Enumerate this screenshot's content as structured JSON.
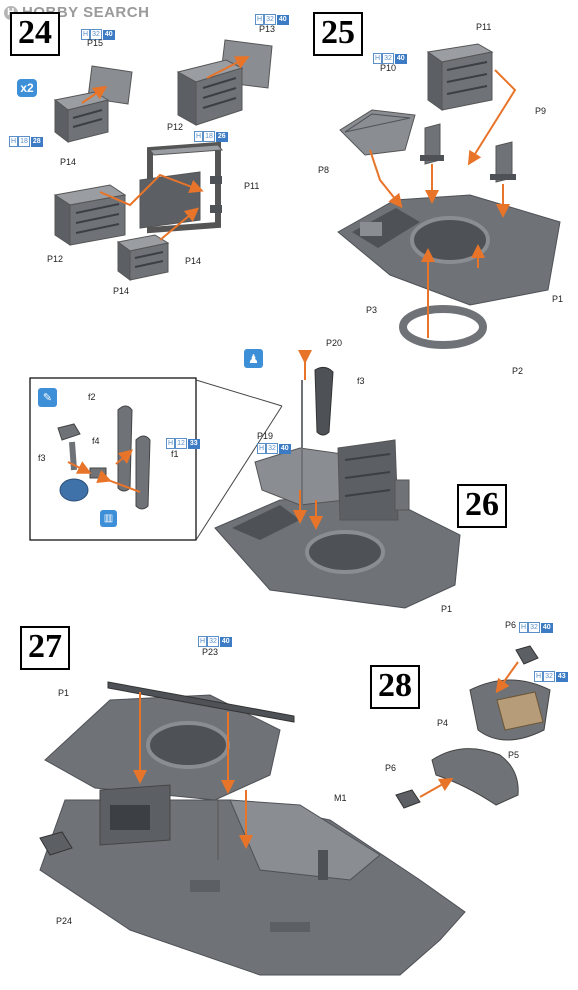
{
  "watermark": {
    "text": "HOBBY SEARCH",
    "logo": "H"
  },
  "steps": {
    "s24": "24",
    "s25": "25",
    "s26": "26",
    "s27": "27",
    "s28": "28"
  },
  "multiplier": "x2",
  "paint": {
    "h_letter": "H",
    "p15_code": "32",
    "p15_num": "40",
    "p13_code": "32",
    "p13_num": "40",
    "p14_code": "18",
    "p14_num": "28",
    "p12_code": "18",
    "p12_num": "26",
    "p10_code": "32",
    "p10_num": "40",
    "f1_code": "12",
    "f1_num": "33",
    "p19_code": "32",
    "p19_num": "40",
    "p23_code": "32",
    "p23_num": "40",
    "p6_code": "32",
    "p6_num": "40",
    "p4_code": "32",
    "p4_num": "43"
  },
  "labels": {
    "p15": "P15",
    "p13": "P13",
    "p12a": "P12",
    "p14a": "P14",
    "p11a": "P11",
    "p12b": "P12",
    "p14b": "P14",
    "p14c": "P14",
    "p11b": "P11",
    "p10": "P10",
    "p9": "P9",
    "p8": "P8",
    "p3": "P3",
    "p1a": "P1",
    "p2": "P2",
    "p20": "P20",
    "f3a": "f3",
    "f2": "f2",
    "f4": "f4",
    "f3b": "f3",
    "f1": "f1",
    "p19": "P19",
    "p1b": "P1",
    "p23": "P23",
    "p1c": "P1",
    "m1": "M1",
    "p24": "P24",
    "p6a": "P6",
    "p4": "P4",
    "p6b": "P6",
    "p5": "P5"
  },
  "colors": {
    "part": "#6f7378",
    "part_dark": "#4e5257",
    "part_light": "#8a8e93",
    "arrow": "#e8742a",
    "accent": "#3d8fd8"
  }
}
